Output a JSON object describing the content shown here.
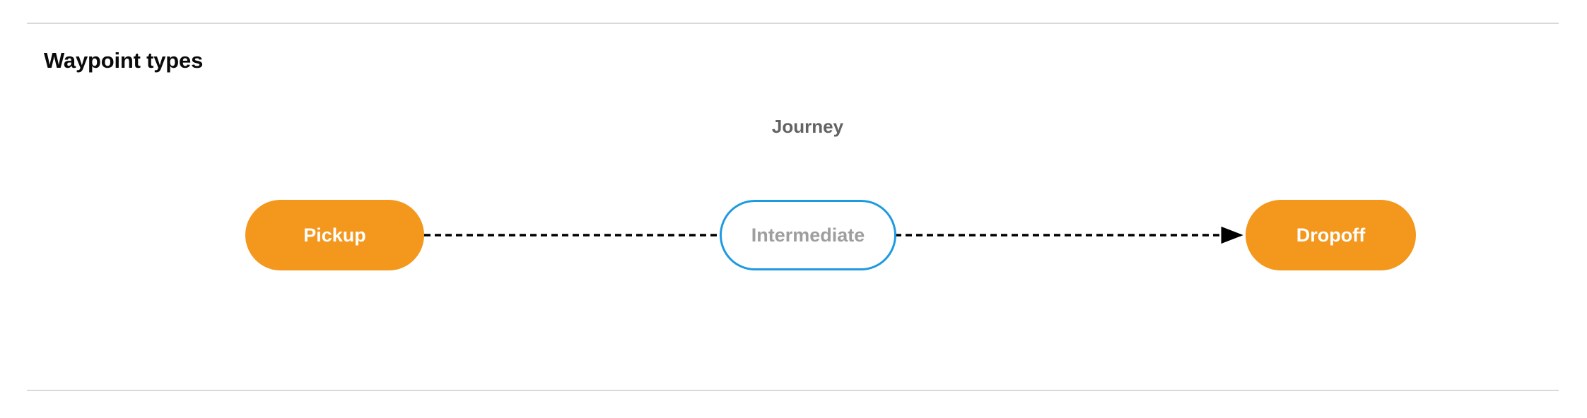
{
  "section": {
    "title": "Waypoint types"
  },
  "diagram": {
    "type": "flow",
    "graph_label": "Journey",
    "nodes": [
      {
        "id": "pickup",
        "label": "Pickup",
        "shape": "pill",
        "fill": "#F3971D",
        "text_color": "#ffffff",
        "border": "none"
      },
      {
        "id": "intermediate",
        "label": "Intermediate",
        "shape": "pill",
        "fill": "#ffffff",
        "text_color": "#9e9e9e",
        "border": "#1E9AE0"
      },
      {
        "id": "dropoff",
        "label": "Dropoff",
        "shape": "pill",
        "fill": "#F3971D",
        "text_color": "#ffffff",
        "border": "none"
      }
    ],
    "edges": [
      {
        "from": "pickup",
        "to": "intermediate",
        "style": "dashed",
        "color": "#000000",
        "arrowhead": false
      },
      {
        "from": "intermediate",
        "to": "dropoff",
        "style": "dashed",
        "color": "#000000",
        "arrowhead": true
      }
    ]
  },
  "colors": {
    "divider": "#d9d9d9",
    "title": "#0a0a0a",
    "graph_label": "#636363",
    "waypoint_orange": "#F3971D",
    "waypoint_blue": "#1E9AE0"
  }
}
